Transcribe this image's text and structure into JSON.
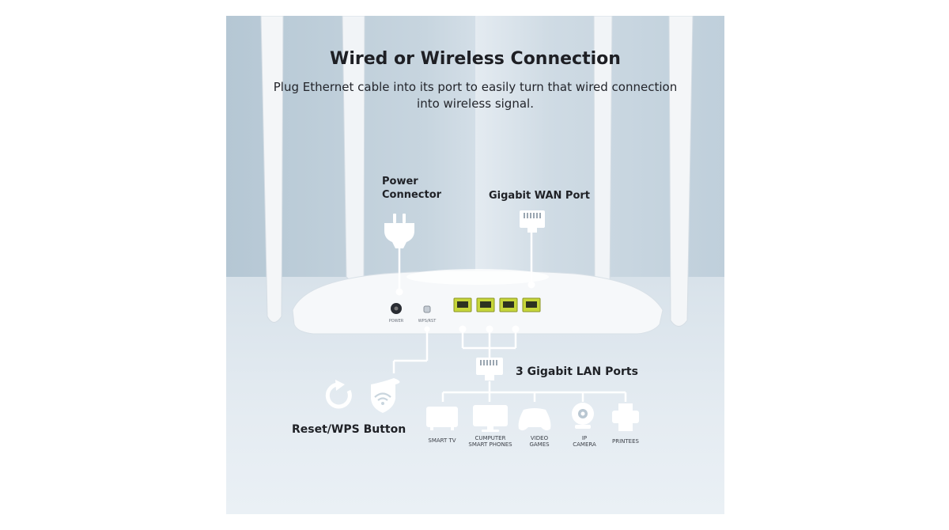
{
  "title": "Wired or Wireless Connection",
  "subtitle_line1": "Plug Ethernet cable into its port to easily turn that wired connection",
  "subtitle_line2": "into wireless signal.",
  "labels": {
    "power_line1": "Power",
    "power_line2": "Connector",
    "wan": "Gigabit WAN Port",
    "lan": "3 Gigabit LAN Ports",
    "reset": "Reset/WPS Button"
  },
  "devices": [
    {
      "line1": "SMART TV",
      "line2": "",
      "icon": "tv-icon"
    },
    {
      "line1": "CUMPUTER",
      "line2": "SMART PHONES",
      "icon": "monitor-icon"
    },
    {
      "line1": "VIDEO",
      "line2": "GAMES",
      "icon": "gamepad-icon"
    },
    {
      "line1": "IP",
      "line2": "CAMERA",
      "icon": "camera-icon"
    },
    {
      "line1": "PRINTEES",
      "line2": "",
      "icon": "printer-icon"
    }
  ],
  "router_markings": {
    "power": "POWER",
    "reset": "WPS/RST"
  },
  "colors": {
    "port_yellow": "#c7d63a",
    "background_blue": "#c9d7e1",
    "text_dark": "#1e1f24"
  }
}
